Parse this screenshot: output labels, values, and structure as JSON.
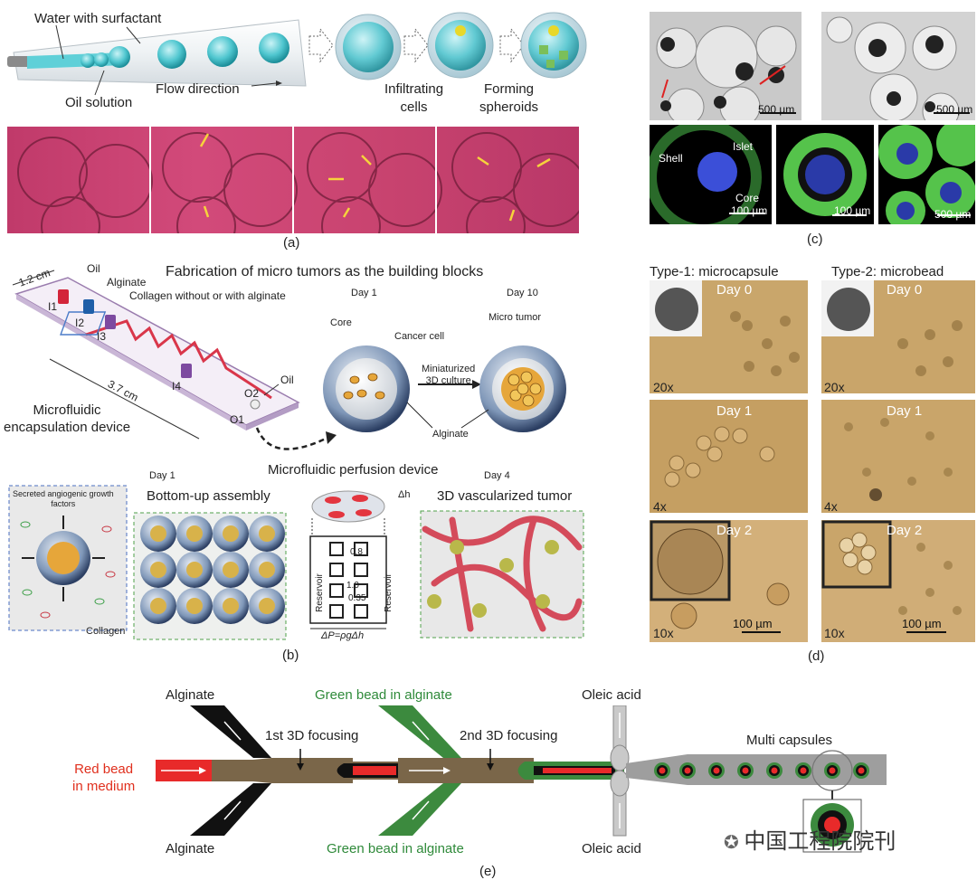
{
  "panel_a": {
    "label": "(a)",
    "water_label": "Water with surfactant",
    "oil_label": "Oil solution",
    "flow_label": "Flow direction",
    "infiltrating_label": "Infiltrating\ncells",
    "forming_label": "Forming\nspheroids"
  },
  "panel_b": {
    "label": "(b)",
    "title": "Fabrication of micro tumors as the building blocks",
    "dim_width": "1.2 cm",
    "dim_length": "3.7 cm",
    "oil_in": "Oil",
    "alginate_in": "Alginate",
    "collagen_in": "Collagen without or with alginate",
    "i1": "I1",
    "i2": "I2",
    "i3": "I3",
    "i4": "I4",
    "o1": "O1",
    "o2": "O2",
    "oil_out": "Oil",
    "device_caption": "Microfluidic\nencapsulation device",
    "day1": "Day 1",
    "day10": "Day 10",
    "core": "Core",
    "cancer_cell": "Cancer cell",
    "micro_tumor": "Micro tumor",
    "mini_culture": "Miniaturized\n3D culture",
    "alginate_note": "Alginate",
    "perfusion_title": "Microfluidic perfusion device",
    "day1_b": "Day 1",
    "day4": "Day 4",
    "secreted": "Secreted angiogenic growth\nfactors",
    "collagen": "Collagen",
    "bottom_up": "Bottom-up assembly",
    "delta_h": "Δh",
    "reservoir": "Reservoir",
    "d08": "0.8",
    "d10": "1.0",
    "d035": "0.35",
    "pressure": "ΔP=ρgΔh",
    "vascularized": "3D vascularized tumor"
  },
  "panel_c": {
    "label": "(c)",
    "scale_500": "500 µm",
    "scale_100": "100 µm",
    "shell": "Shell",
    "islet": "Islet",
    "core": "Core"
  },
  "panel_d": {
    "label": "(d)",
    "type1": "Type-1: microcapsule",
    "type2": "Type-2: microbead",
    "day0": "Day 0",
    "day1": "Day 1",
    "day2": "Day 2",
    "mag20": "20x",
    "mag4": "4x",
    "mag10": "10x",
    "scale": "100 µm"
  },
  "panel_e": {
    "label": "(e)",
    "alginate": "Alginate",
    "green_bead": "Green bead in alginate",
    "red_bead": "Red bead\nin medium",
    "focus1": "1st 3D focusing",
    "focus2": "2nd 3D focusing",
    "oleic": "Oleic acid",
    "multi": "Multi capsules",
    "watermark": "中国工程院院刊"
  },
  "colors": {
    "red_channel": "#e82a2a",
    "green_channel": "#3c8a3e",
    "brown_channel": "#7a6649",
    "tumor_red": "#d44b5b",
    "label_red": "#e0301e",
    "label_green": "#2f8a3a"
  }
}
